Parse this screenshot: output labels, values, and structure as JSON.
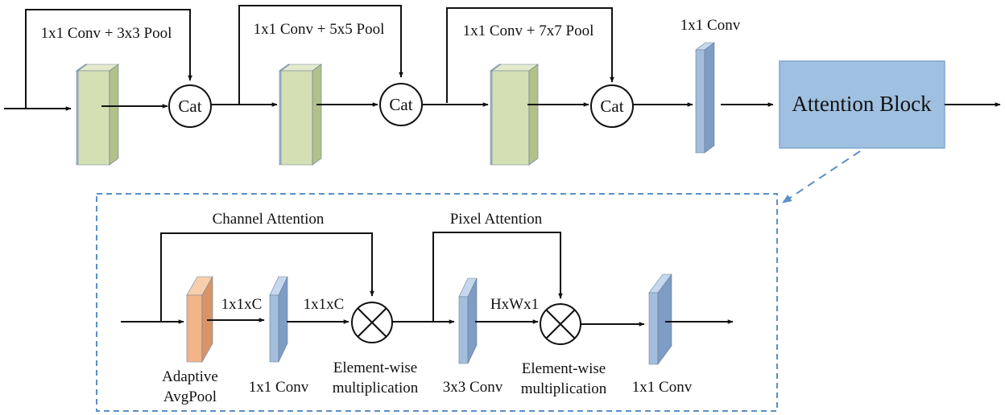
{
  "colors": {
    "conv_front": "#a3bedd",
    "conv_side": "#7e9cc4",
    "conv_top": "#c6d8ee",
    "pool_front": "#d4dfb4",
    "pool_side": "#b2c08a",
    "pool_top": "#e4ebcd",
    "avgpool_front": "#f3b489",
    "avgpool_side": "#d99568",
    "avgpool_top": "#f8cfae",
    "attention_block_fill": "#9fc0e0",
    "dashed_border": "#5b8fc7",
    "line": "#111111"
  },
  "top": {
    "skip_labels": [
      "1x1 Conv + 3x3 Pool",
      "1x1 Conv + 5x5 Pool",
      "1x1 Conv + 7x7 Pool"
    ],
    "cat_labels": [
      "Cat",
      "Cat",
      "Cat"
    ],
    "conv_label": "1x1 Conv",
    "attention_block": "Attention Block"
  },
  "detail": {
    "channel_attention": "Channel Attention",
    "pixel_attention": "Pixel Attention",
    "shape_1": "1x1xC",
    "shape_2": "1x1xC",
    "shape_3": "HxWx1",
    "adaptive_line1": "Adaptive",
    "adaptive_line2": "AvgPool",
    "conv_1x1_a": "1x1 Conv",
    "elementwise_a_line1": "Element-wise",
    "elementwise_a_line2": "multiplication",
    "conv_3x3": "3x3 Conv",
    "elementwise_b_line1": "Element-wise",
    "elementwise_b_line2": "multiplication",
    "conv_1x1_b": "1x1 Conv"
  }
}
